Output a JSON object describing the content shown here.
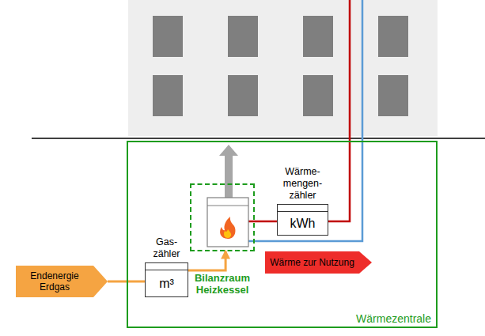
{
  "diagram": {
    "nodes": [
      {
        "text": [
          "Wärmezentrale"
        ]
      },
      {
        "text": [
          "Endenergie Erdgas"
        ]
      },
      {
        "text": [
          "Gas- zähler",
          "m³"
        ],
        "in": 0
      },
      {
        "text": [
          "Bilanzraum Heizkessel"
        ],
        "in": 0
      },
      {
        "text": [
          "Wärme- mengen- zähler",
          "kWh"
        ],
        "in": 0
      },
      {
        "text": [
          "Wärme zur Nutzung"
        ],
        "in": 0
      }
    ],
    "edges": [
      {
        "from": 1,
        "to": 2,
        "arrow": "none"
      },
      {
        "from": 2,
        "to": 3,
        "arrow": "to"
      },
      {
        "from": 3,
        "to": 4,
        "arrow": "none"
      }
    ]
  }
}
